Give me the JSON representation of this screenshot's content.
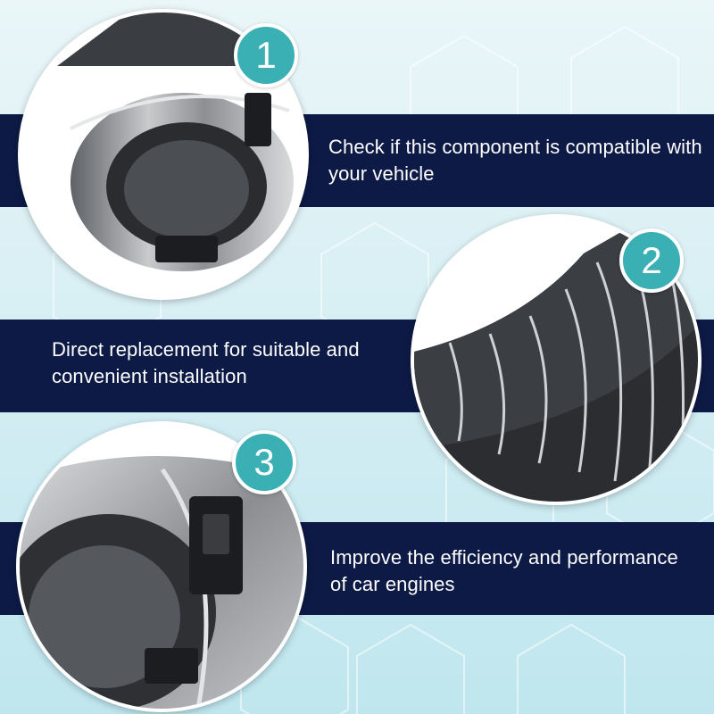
{
  "features": [
    {
      "step": "1",
      "text": "Check if this component is compatible with your vehicle",
      "photo": "metal-coupling-end"
    },
    {
      "step": "2",
      "text": "Direct replacement for suitable and convenient installation",
      "photo": "ribbed-rubber-hose"
    },
    {
      "step": "3",
      "text": "Improve the efficiency and performance of car engines",
      "photo": "coupling-clip-closeup"
    }
  ],
  "colors": {
    "band": "#0d1a45",
    "badge": "#3bb0b4",
    "background_light": "#eaf6f8",
    "background_teal": "#bfe6ee"
  }
}
